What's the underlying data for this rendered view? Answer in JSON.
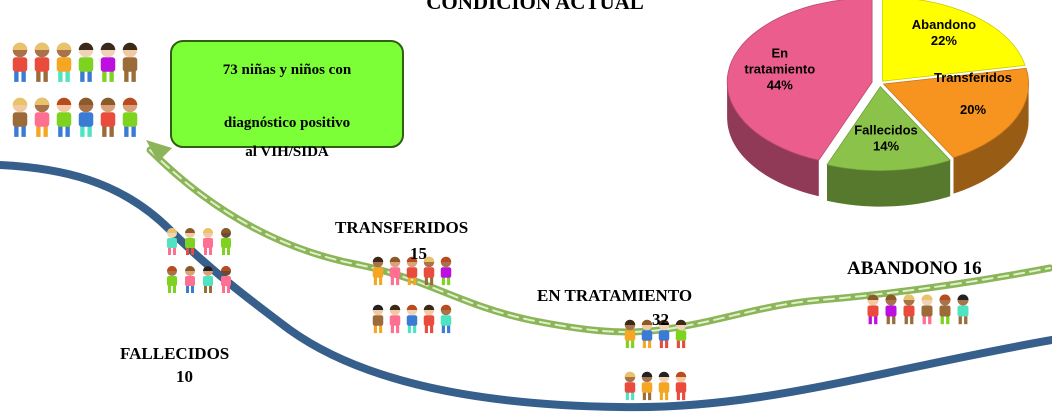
{
  "title": "CONDICIÓN ACTUAL",
  "summary_box": {
    "line1": "73 niñas y niños con",
    "line2": "diagnóstico positivo",
    "line3": "al VIH/SIDA"
  },
  "stages": [
    {
      "name": "FALLECIDOS",
      "count": "10"
    },
    {
      "name": "TRANSFERIDOS",
      "count": "15"
    },
    {
      "name": "EN TRATAMIENTO",
      "count": "32"
    },
    {
      "name": "ABANDONO",
      "count": "16"
    }
  ],
  "abandono_label": "ABANDONO 16",
  "colors": {
    "summary_box": "#7dff38",
    "river": "#365f8c",
    "path": "#8cb55a"
  },
  "chart_data": {
    "type": "pie",
    "title": "",
    "slices": [
      {
        "label": "Abandono",
        "value": 22,
        "display": "22%",
        "color": "#ffff00"
      },
      {
        "label": "Transferidos",
        "value": 20,
        "display": "20%",
        "color": "#f79420"
      },
      {
        "label": "Fallecidos",
        "value": 14,
        "display": "14%",
        "color": "#8bc34a"
      },
      {
        "label": "En tratamiento",
        "value": 44,
        "display": "44%",
        "color": "#ea5d8d"
      }
    ],
    "style": "3d-exploded",
    "legend": "none"
  }
}
